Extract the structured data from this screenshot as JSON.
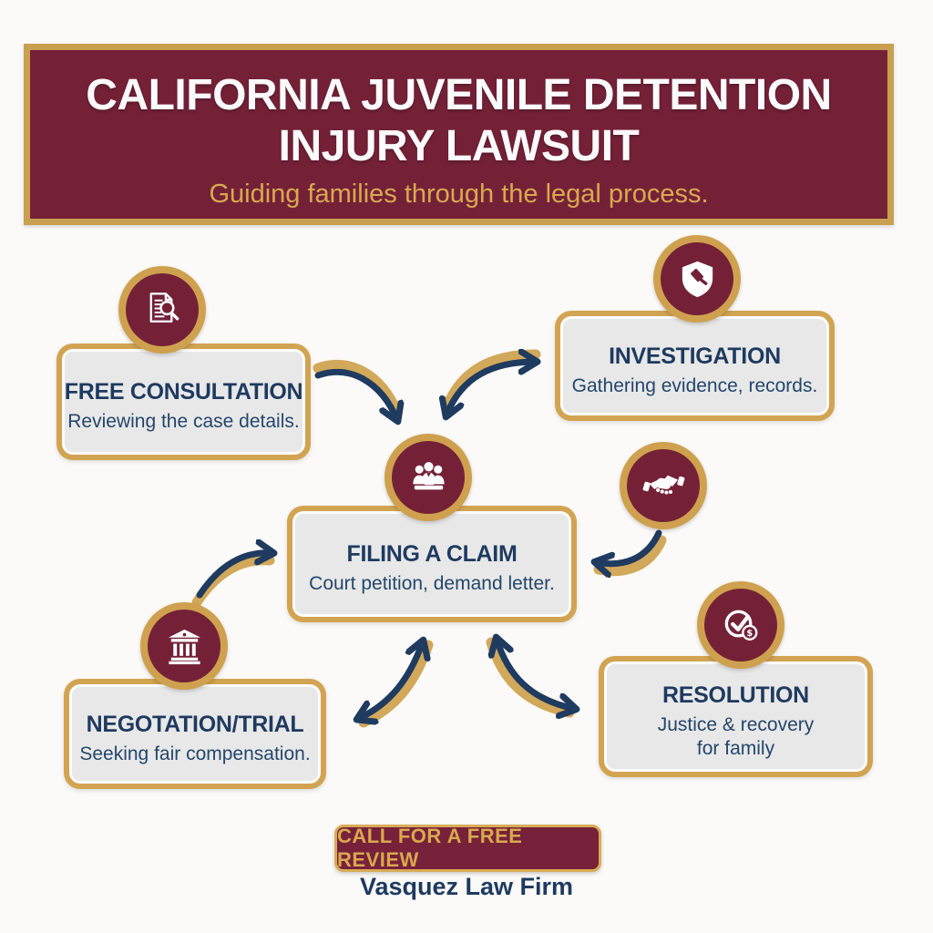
{
  "header": {
    "title_line1": "CALIFORNIA JUVENILE DETENTION",
    "title_line2": "INJURY LAWSUIT",
    "subtitle": "Guiding families through the legal process."
  },
  "steps": [
    {
      "id": "free-consultation",
      "title": "FREE CONSULTATION",
      "description": "Reviewing the case details.",
      "icon": "document-search-icon"
    },
    {
      "id": "investigation",
      "title": "INVESTIGATION",
      "description": "Gathering evidence, records.",
      "icon": "shield-gavel-icon"
    },
    {
      "id": "filing-a-claim",
      "title": "FILING A CLAIM",
      "description": "Court petition, demand letter.",
      "icon": "legal-team-icon"
    },
    {
      "id": "negotiation-trial",
      "title": "NEGOTATION/TRIAL",
      "description": "Seeking fair compensation.",
      "icon": "courthouse-icon"
    },
    {
      "id": "resolution",
      "title": "RESOLUTION",
      "description": "Justice & recovery",
      "description_line2": "for family",
      "icon": "check-dollar-icon"
    }
  ],
  "connector_icon": "handshake-icon",
  "footer": {
    "cta_label": "CALL FOR A FREE REVIEW",
    "firm_name": "Vasquez Law Firm"
  },
  "colors": {
    "maroon": "#742138",
    "gold": "#cfa14f",
    "navy": "#1e3a5f",
    "box_fill": "#e8e8e9",
    "background": "#fbfaf8"
  }
}
